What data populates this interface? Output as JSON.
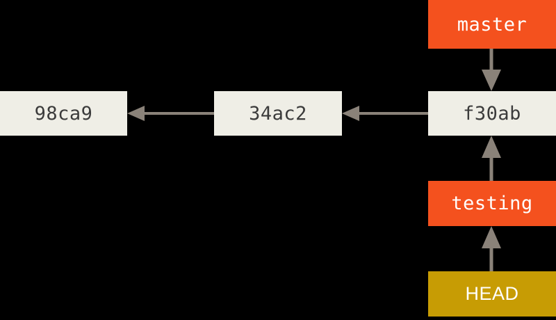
{
  "diagram": {
    "title": "Git branch and HEAD pointer diagram",
    "background_color": "#000000",
    "arrow_color": "#8A8279",
    "colors": {
      "commit_fill": "#EFEEE6",
      "commit_text": "#3B3B3B",
      "branch_fill": "#F4511E",
      "branch_text": "#FFFFFF",
      "head_fill": "#C79C04",
      "head_text": "#FFFFFF"
    },
    "commits": [
      {
        "id": "commit-98ca9",
        "label": "98ca9"
      },
      {
        "id": "commit-34ac2",
        "label": "34ac2"
      },
      {
        "id": "commit-f30ab",
        "label": "f30ab"
      }
    ],
    "branches": [
      {
        "id": "branch-master",
        "label": "master"
      },
      {
        "id": "branch-testing",
        "label": "testing"
      }
    ],
    "head": {
      "id": "head-pointer",
      "label": "HEAD"
    },
    "edges": [
      {
        "from": "34ac2",
        "to": "98ca9",
        "direction": "left"
      },
      {
        "from": "f30ab",
        "to": "34ac2",
        "direction": "left"
      },
      {
        "from": "master",
        "to": "f30ab",
        "direction": "down"
      },
      {
        "from": "testing",
        "to": "f30ab",
        "direction": "up"
      },
      {
        "from": "HEAD",
        "to": "testing",
        "direction": "up"
      }
    ]
  }
}
